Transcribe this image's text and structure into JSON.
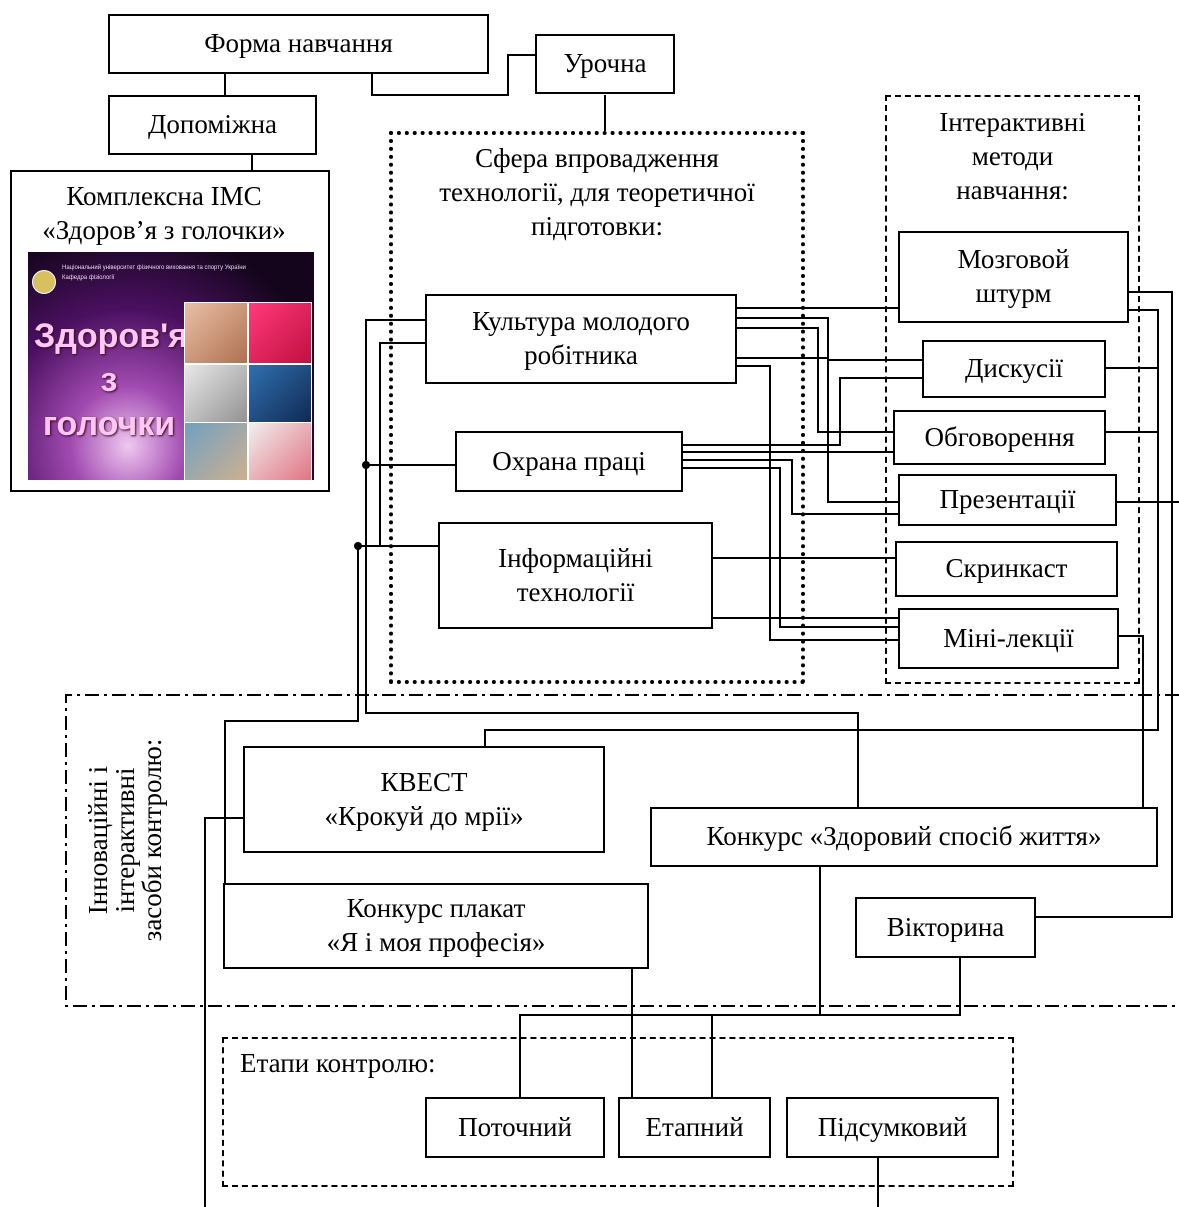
{
  "form_title": "Форма навчання",
  "urochna": "Урочна",
  "dopomizhna": "Допоміжна",
  "ims": {
    "title": "Комплексна ІМС\n«Здоров’я з голочки»",
    "poster_header": "Національний університет фізичного виховання та спорту України\nКафедра фізіології",
    "poster_title": "Здоров'я\nз голочки"
  },
  "sphere": {
    "title": "Сфера впровадження\nтехнології, для теоретичної\nпідготовки:",
    "items": [
      "Культура молодого\nробітника",
      "Охрана праці",
      "Інформаційні\nтехнології"
    ]
  },
  "methods": {
    "title": "Інтерактивні\nметоди\nнавчання:",
    "items": [
      "Мозговой\nштурм",
      "Дискусії",
      "Обговорення",
      "Презентації",
      "Скринкаст",
      "Міні-лекції"
    ]
  },
  "control": {
    "title": "Інноваційні і\nінтерактивні\nзасоби  контролю:",
    "items": [
      "КВЕСТ\n«Крокуй до мрії»",
      "Конкурс «Здоровий спосіб життя»",
      "Конкурс плакат\n«Я і моя професія»",
      "Вікторина"
    ]
  },
  "stages": {
    "title": "Етапи контролю:",
    "items": [
      "Поточний",
      "Етапний",
      "Підсумковий"
    ]
  }
}
